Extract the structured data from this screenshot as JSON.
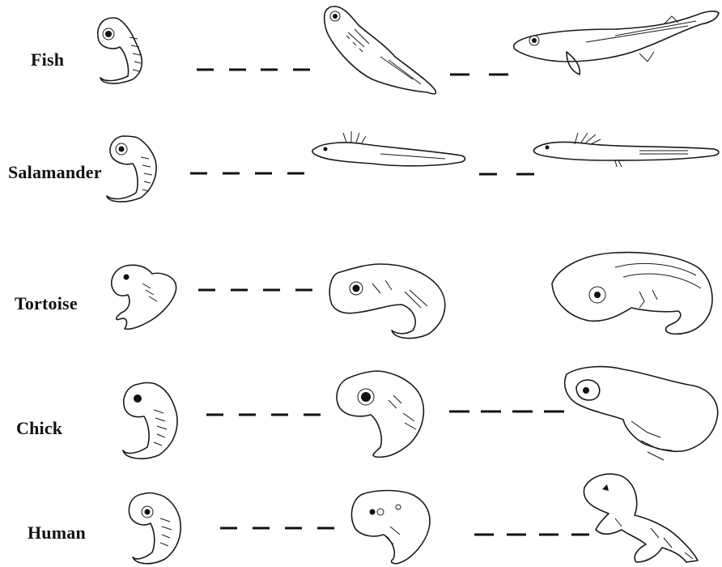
{
  "rows": [
    {
      "label": "Fish"
    },
    {
      "label": "Salamander"
    },
    {
      "label": "Tortoise"
    },
    {
      "label": "Chick"
    },
    {
      "label": "Human"
    }
  ]
}
